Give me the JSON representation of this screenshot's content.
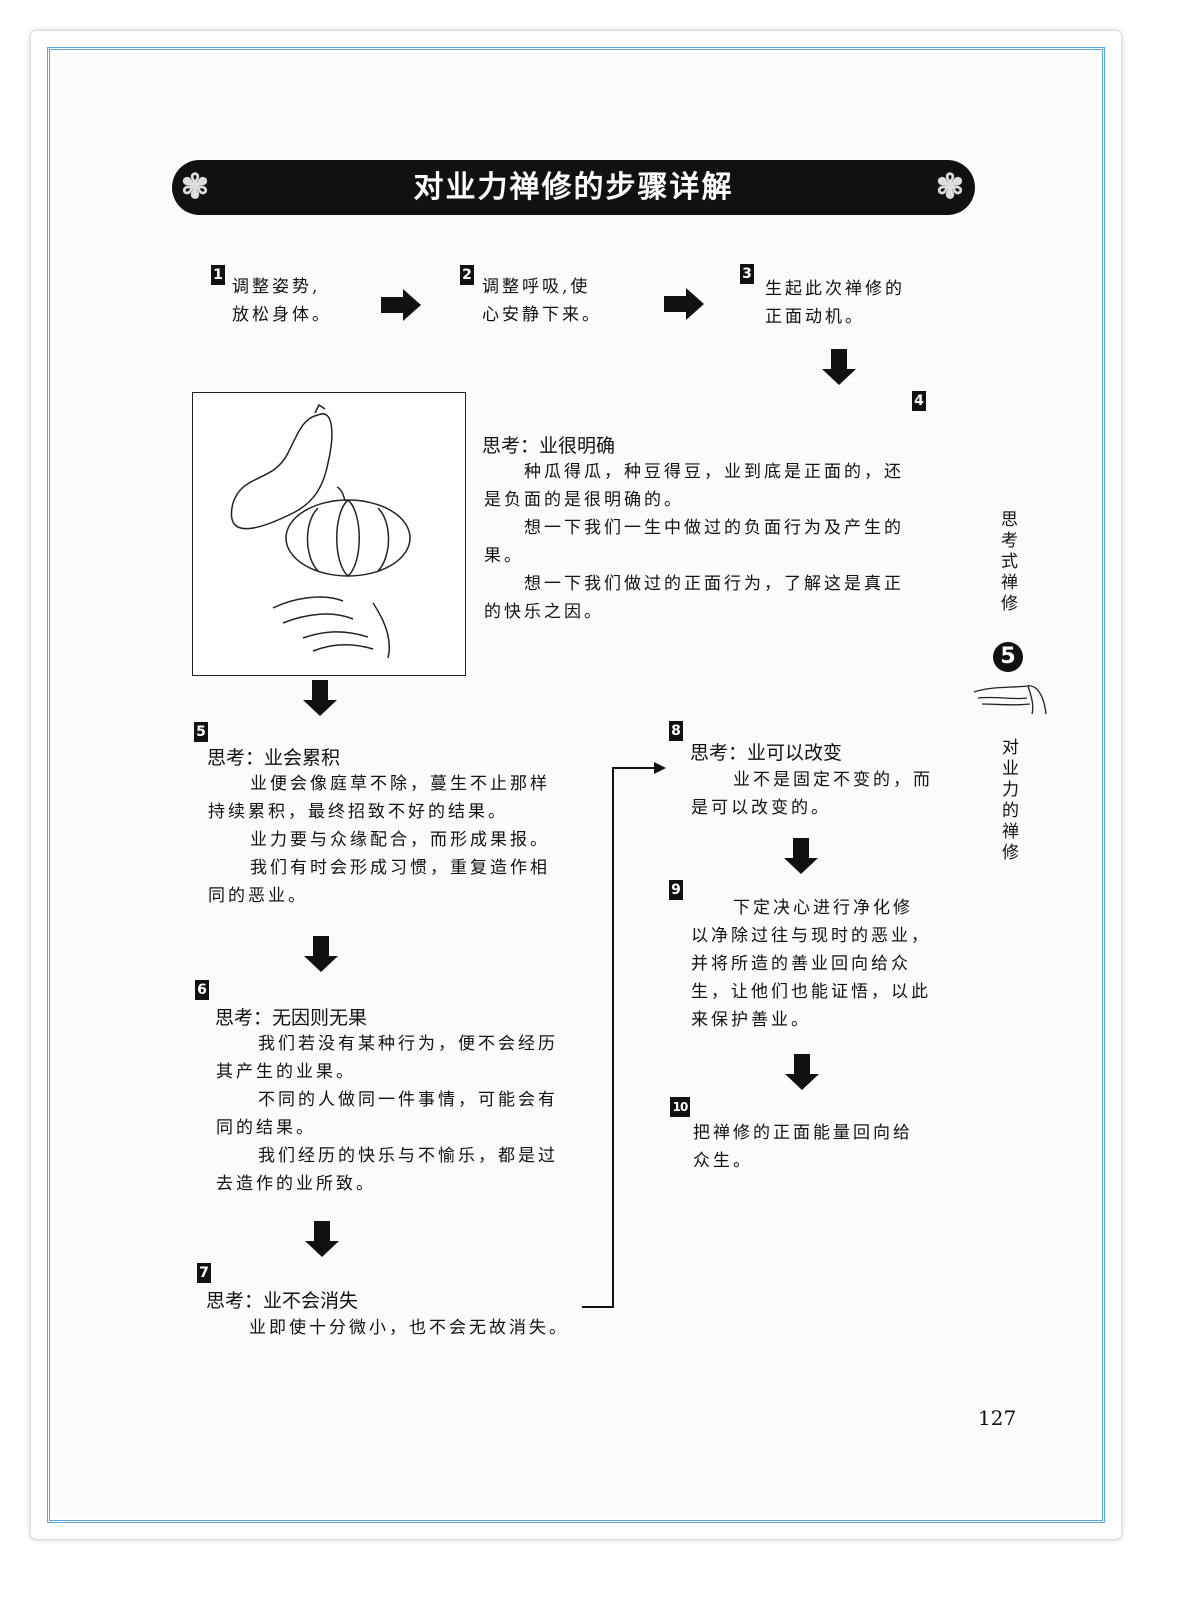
{
  "title": "对业力禅修的步骤详解",
  "steps": [
    {
      "num": "1",
      "lines": [
        "调整姿势,",
        "放松身体。"
      ]
    },
    {
      "num": "2",
      "lines": [
        "调整呼吸,使",
        "心安静下来。"
      ]
    },
    {
      "num": "3",
      "lines": [
        "生起此次禅修的",
        "正面动机。"
      ]
    },
    {
      "num": "4",
      "heading": "思考：业很明确",
      "lines": [
        "种瓜得瓜，种豆得豆，业到底是正面的，还",
        "是负面的是很明确的。",
        "想一下我们一生中做过的负面行为及产生的",
        "果。",
        "想一下我们做过的正面行为，了解这是真正",
        "的快乐之因。"
      ]
    },
    {
      "num": "5",
      "heading": "思考：业会累积",
      "lines": [
        "业便会像庭草不除，蔓生不止那样",
        "持续累积，最终招致不好的结果。",
        "业力要与众缘配合，而形成果报。",
        "我们有时会形成习惯，重复造作相",
        "同的恶业。"
      ]
    },
    {
      "num": "6",
      "heading": "思考：无因则无果",
      "lines": [
        "我们若没有某种行为，便不会经历",
        "其产生的业果。",
        "不同的人做同一件事情，可能会有",
        "同的结果。",
        "我们经历的快乐与不愉乐，都是过",
        "去造作的业所致。"
      ]
    },
    {
      "num": "7",
      "heading": "思考：业不会消失",
      "lines": [
        "业即使十分微小，也不会无故消失。"
      ]
    },
    {
      "num": "8",
      "heading": "思考：业可以改变",
      "lines": [
        "业不是固定不变的，而",
        "是可以改变的。"
      ]
    },
    {
      "num": "9",
      "lines": [
        "下定决心进行净化修",
        "以净除过往与现时的恶业，",
        "并将所造的善业回向给众",
        "生，让他们也能证悟，以此",
        "来保护善业。"
      ]
    },
    {
      "num": "10",
      "lines": [
        "把禅修的正面能量回向给",
        "众生。"
      ]
    }
  ],
  "side_tab": {
    "top": "思考式禅修",
    "chapter": "5",
    "bottom": "对业力的禅修"
  },
  "page_number": "127"
}
